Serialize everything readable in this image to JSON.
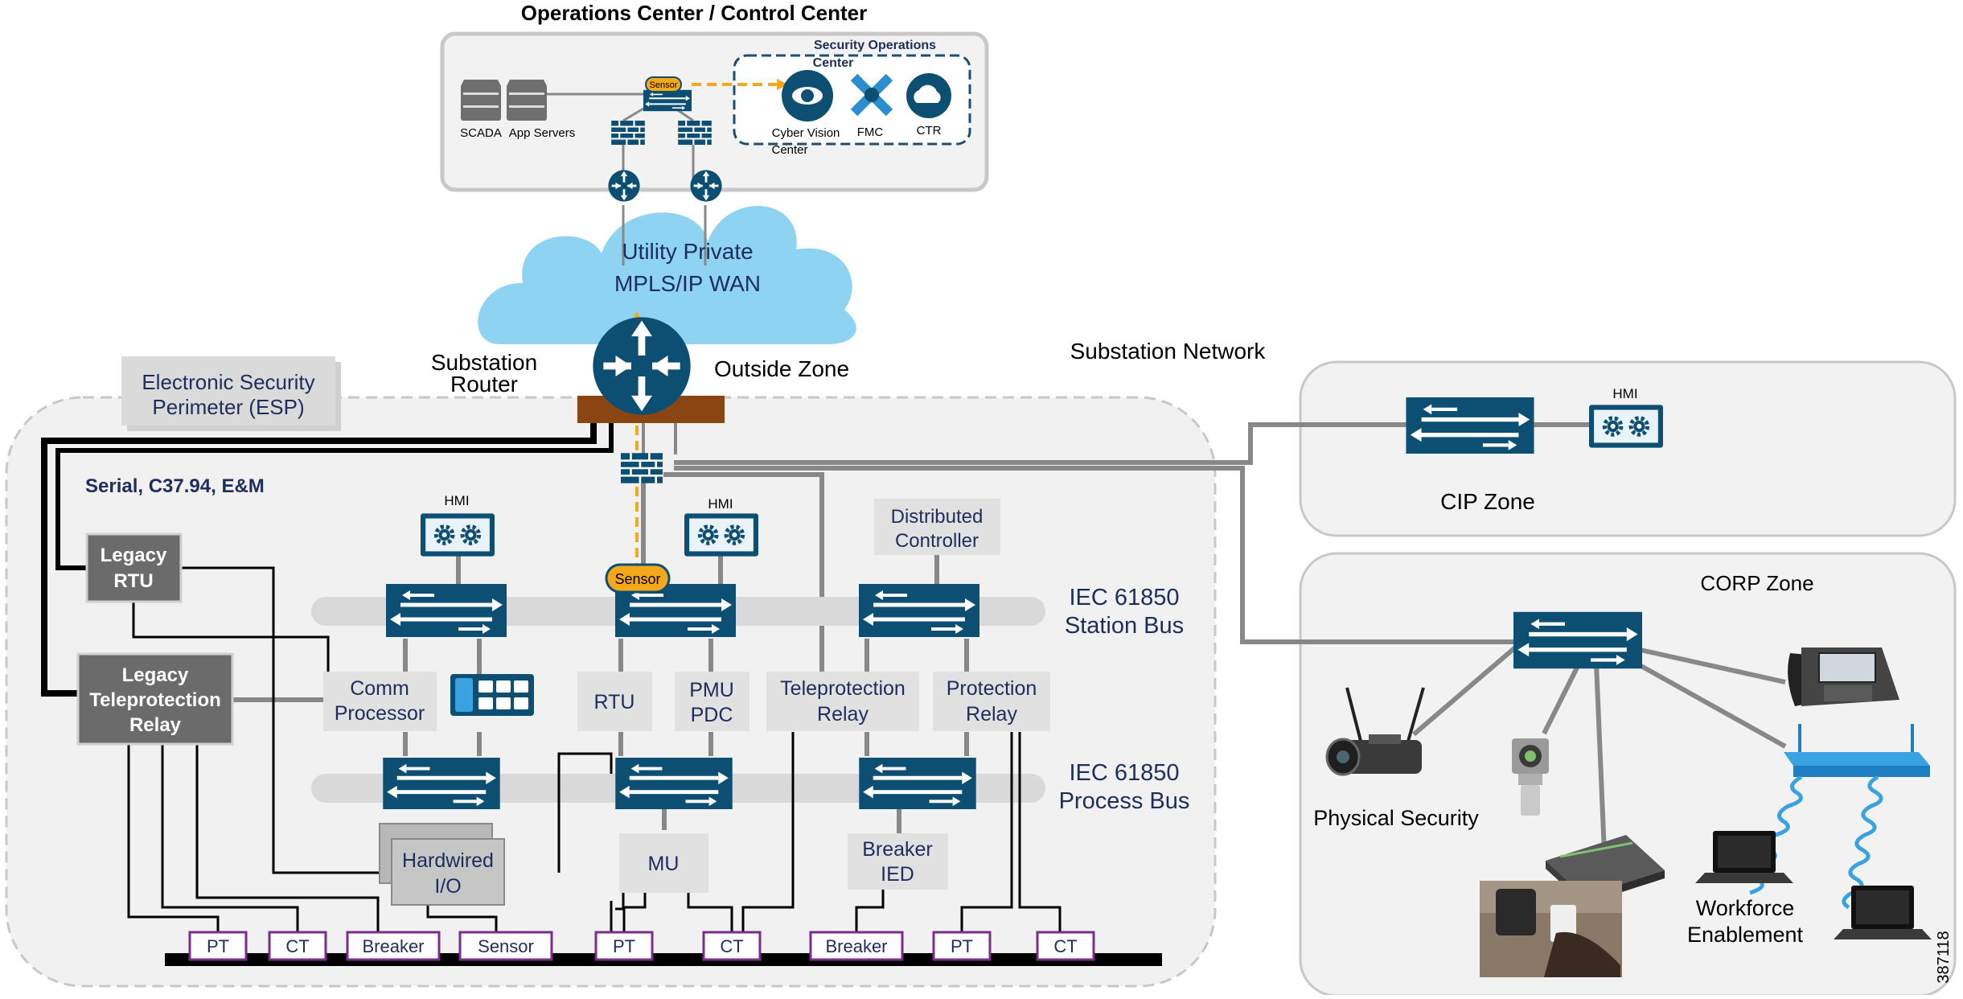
{
  "operations_center": {
    "title": "Operations Center / Control Center",
    "scada_label": "SCADA",
    "app_servers_label": "App Servers",
    "sensor_label": "Sensor",
    "soc": {
      "title_line1": "Security Operations",
      "title_line2": "Center",
      "cyber_vision_line1": "Cyber Vision",
      "cyber_vision_line2": "Center",
      "fmc_label": "FMC",
      "ctr_label": "CTR"
    }
  },
  "wan_cloud": {
    "line1": "Utility Private",
    "line2": "MPLS/IP WAN"
  },
  "substation": {
    "network_label": "Substation Network",
    "router_line1": "Substation",
    "router_line2": "Router",
    "outside_zone": "Outside Zone",
    "esp_line1": "Electronic Security",
    "esp_line2": "Perimeter (ESP)",
    "serial_label": "Serial, C37.94, E&M",
    "hmi_label": "HMI",
    "hmi2_label": "HMI",
    "sensor_label": "Sensor",
    "distributed_controller_line1": "Distributed",
    "distributed_controller_line2": "Controller",
    "station_bus_line1": "IEC 61850",
    "station_bus_line2": "Station Bus",
    "process_bus_line1": "IEC 61850",
    "process_bus_line2": "Process Bus",
    "legacy_rtu_line1": "Legacy",
    "legacy_rtu_line2": "RTU",
    "legacy_relay_line1": "Legacy",
    "legacy_relay_line2": "Teleprotection",
    "legacy_relay_line3": "Relay",
    "comm_processor_line1": "Comm",
    "comm_processor_line2": "Processor",
    "rtu_label": "RTU",
    "pmu_line1": "PMU",
    "pmu_line2": "PDC",
    "teleprotection_line1": "Teleprotection",
    "teleprotection_line2": "Relay",
    "protection_line1": "Protection",
    "protection_line2": "Relay",
    "hardwired_line1": "Hardwired",
    "hardwired_line2": "I/O",
    "mu_label": "MU",
    "breaker_ied_line1": "Breaker",
    "breaker_ied_line2": "IED",
    "field_devices": [
      "PT",
      "CT",
      "Breaker",
      "Sensor",
      "PT",
      "CT",
      "Breaker",
      "PT",
      "CT"
    ]
  },
  "cip_zone": {
    "label": "CIP Zone",
    "hmi_label": "HMI"
  },
  "corp_zone": {
    "label": "CORP Zone",
    "physical_security": "Physical Security",
    "workforce_line1": "Workforce",
    "workforce_line2": "Enablement"
  },
  "figure_id": "387118",
  "colors": {
    "navy": "#0d4f73",
    "text_navy": "#1d2d5c",
    "zone_fill": "#f2f2f2",
    "zone_border": "#c8c8c8",
    "cloud": "#8fd3f3",
    "device_box": "#e1e1e1",
    "legacy_box": "#6b6b6b",
    "sensor_orange": "#f6a81c",
    "firewall_brown": "#8b4513",
    "field_border": "#7b2d8b"
  }
}
